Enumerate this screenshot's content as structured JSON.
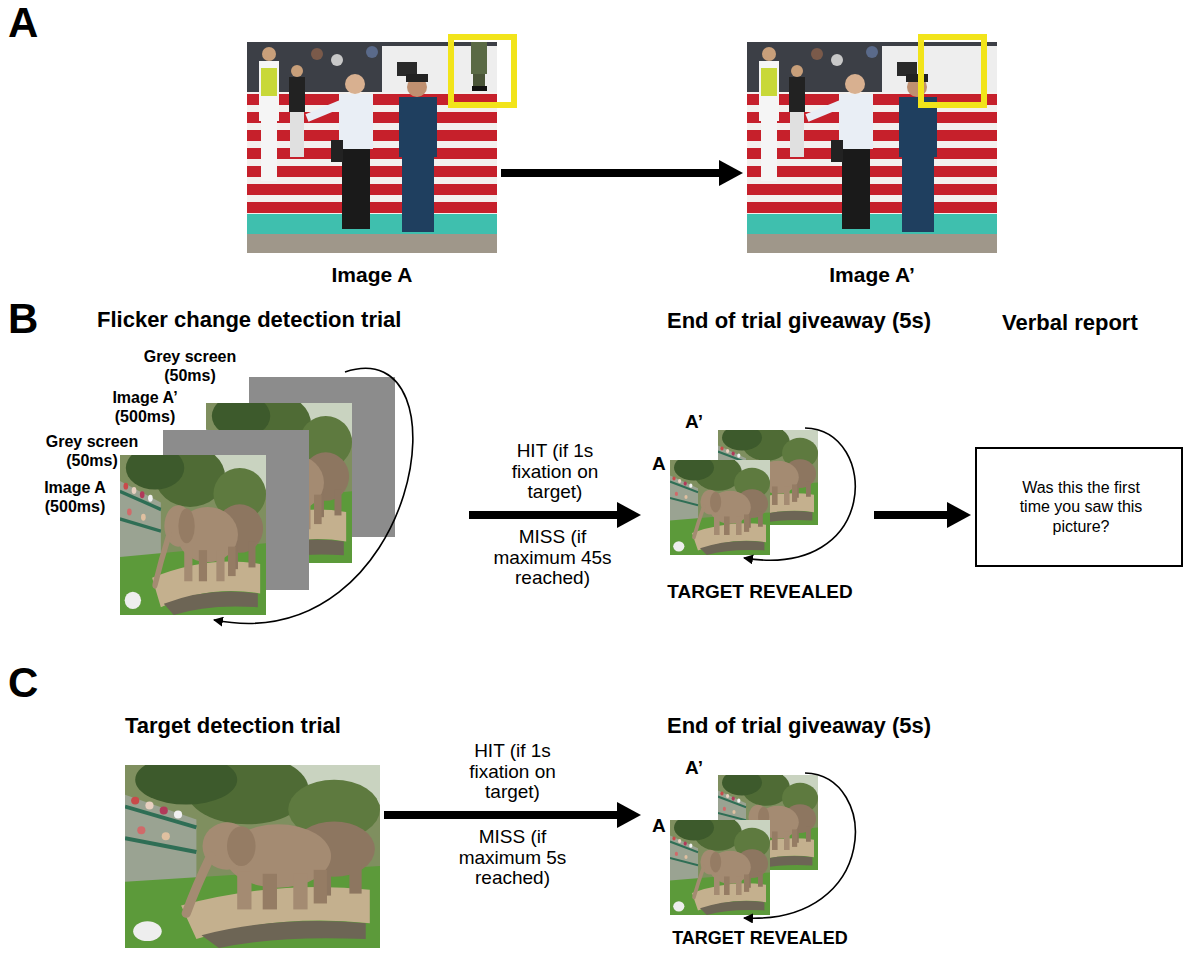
{
  "diagram": {
    "nodes": [
      {
        "text": [
          "Image A"
        ]
      },
      {
        "text": [
          "Image A’"
        ]
      },
      {
        "text": [
          "Flicker change detection trial",
          "Grey screen (50ms)",
          "Image A’ (500ms)",
          "Grey screen (50ms)",
          "Image A (500ms)"
        ]
      },
      {
        "text": [
          "End of trial giveaway (5s)",
          "A’",
          "A",
          "TARGET REVEALED"
        ]
      },
      {
        "text": [
          "Verbal report",
          "Was this the first time you saw this picture?"
        ]
      },
      {
        "text": [
          "Target detection trial"
        ]
      },
      {
        "text": [
          "End of trial giveaway (5s)",
          "A’",
          "A",
          "TARGET REVEALED"
        ]
      }
    ],
    "edges": [
      {
        "from": 0,
        "to": 1,
        "arrow": "to"
      },
      {
        "from": 2,
        "to": 3,
        "label": "HIT (if 1s fixation on target)",
        "arrow": "to"
      },
      {
        "from": 3,
        "to": 4,
        "arrow": "to"
      },
      {
        "from": 5,
        "to": 6,
        "label": "HIT (if 1s fixation on target)",
        "arrow": "to"
      }
    ],
    "labels": [
      "A",
      "B",
      "C",
      "MISS (if maximum 45s reached)",
      "MISS (if maximum 5s reached)"
    ]
  }
}
